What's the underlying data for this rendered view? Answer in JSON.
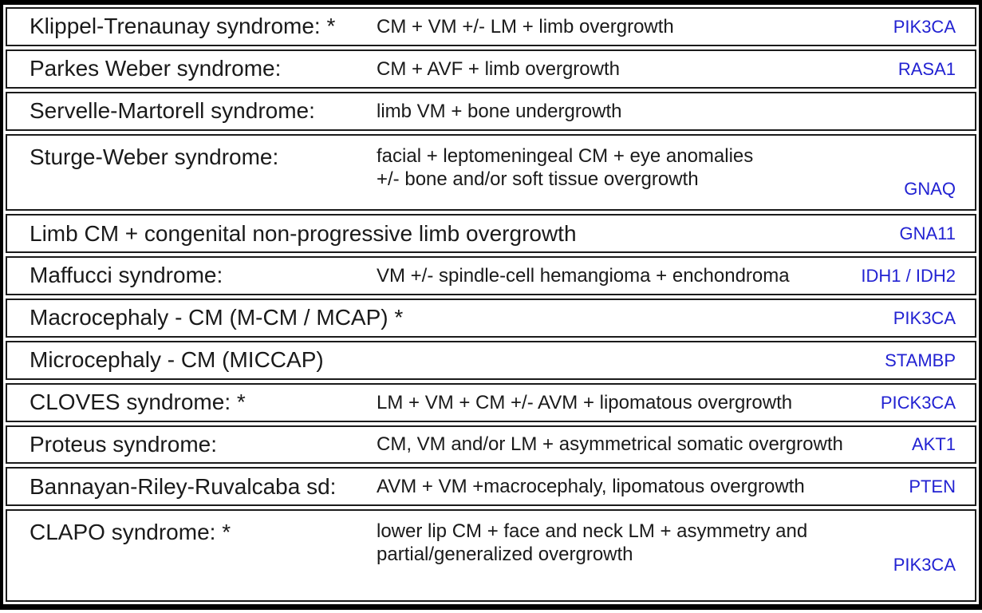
{
  "colors": {
    "gene_text": "#2222d2",
    "border": "#000000"
  },
  "table": {
    "rows": [
      {
        "name": "Klippel-Trenaunay syndrome: *",
        "desc": "CM + VM +/- LM + limb overgrowth",
        "gene": "PIK3CA"
      },
      {
        "name": "Parkes Weber syndrome:",
        "desc": "CM + AVF + limb overgrowth",
        "gene": "RASA1"
      },
      {
        "name": "Servelle-Martorell syndrome:",
        "desc": "limb VM + bone undergrowth",
        "gene": ""
      },
      {
        "name": "Sturge-Weber syndrome:",
        "desc_lines": [
          "facial + leptomeningeal CM + eye anomalies",
          "+/- bone and/or soft tissue overgrowth"
        ],
        "gene": "GNAQ"
      },
      {
        "name": "Limb CM + congenital non-progressive limb overgrowth",
        "gene": "GNA11"
      },
      {
        "name": "Maffucci syndrome:",
        "desc": "VM +/- spindle-cell hemangioma + enchondroma",
        "gene": "IDH1 / IDH2"
      },
      {
        "name": "Macrocephaly - CM (M-CM / MCAP) *",
        "gene": "PIK3CA"
      },
      {
        "name": "Microcephaly - CM (MICCAP)",
        "gene": "STAMBP"
      },
      {
        "name": "CLOVES syndrome: *",
        "desc": "LM + VM + CM +/- AVM + lipomatous overgrowth",
        "gene": "PICK3CA"
      },
      {
        "name": "Proteus syndrome:",
        "desc": "CM, VM and/or LM + asymmetrical somatic overgrowth",
        "gene": "AKT1"
      },
      {
        "name": "Bannayan-Riley-Ruvalcaba sd:",
        "desc": "AVM + VM +macrocephaly, lipomatous overgrowth",
        "gene": "PTEN"
      },
      {
        "name": "CLAPO syndrome: *",
        "desc_lines": [
          "lower lip CM + face and neck LM + asymmetry and",
          "partial/generalized overgrowth"
        ],
        "gene": "PIK3CA"
      }
    ]
  }
}
